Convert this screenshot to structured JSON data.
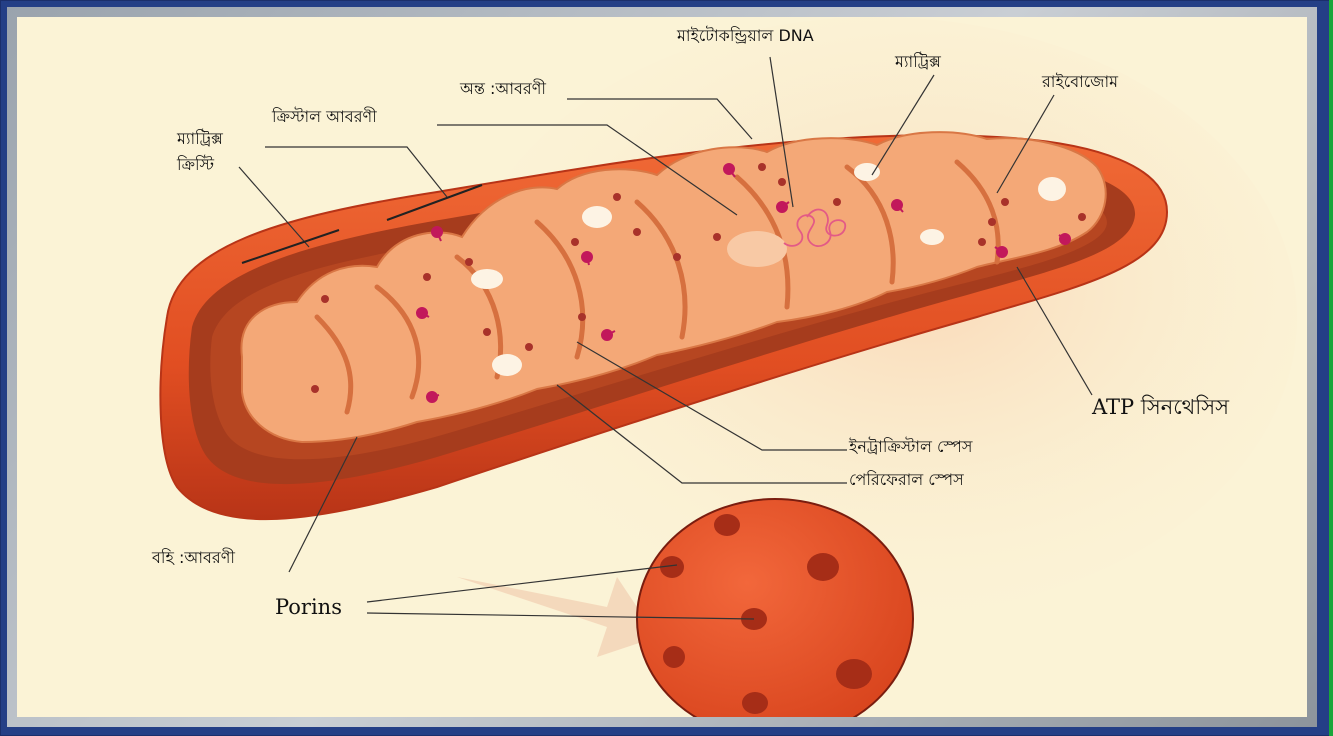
{
  "labels": {
    "mito_dna": "মাইটোকন্ড্রিয়াল DNA",
    "matrix_top": "ম্যাট্রিক্স",
    "ribosome": "রাইবোজোম",
    "inner_membrane": "অন্ত :আবরণী",
    "cristal_membrane": "ক্রিস্টাল আবরণী",
    "matrix_left": "ম্যাট্রিক্স",
    "cristae": "ক্রিস্টি",
    "atp_synthase": "ATP সিনথেসিস",
    "intracristal_space": "ইনট্রাক্রিস্টাল স্পেস",
    "peripheral_space": "পেরিফেরাল স্পেস",
    "outer_membrane": "বহি :আবরণী",
    "porins": "Porins"
  },
  "colors": {
    "outer_membrane": "#e5552a",
    "outer_dark": "#b8331a",
    "inner_space": "#9c3a1d",
    "cristae": "#f6ad7c",
    "cristae_shadow": "#e07f4e",
    "particle": "#c2185b",
    "background": "#fbf3d6",
    "frame": "#243f86"
  }
}
